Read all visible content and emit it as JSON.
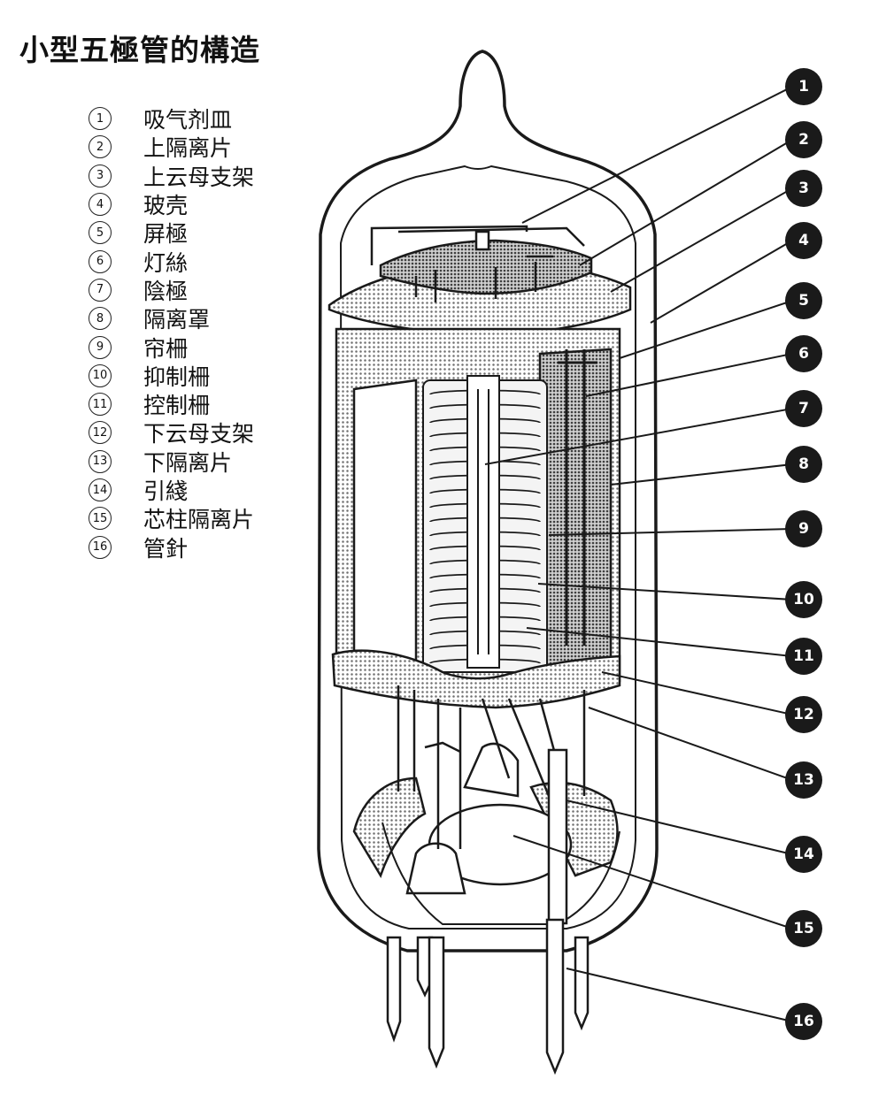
{
  "title": "小型五極管的構造",
  "legend": [
    {
      "num": "1",
      "label": "吸气剂皿"
    },
    {
      "num": "2",
      "label": "上隔离片"
    },
    {
      "num": "3",
      "label": "上云母支架"
    },
    {
      "num": "4",
      "label": "玻壳"
    },
    {
      "num": "5",
      "label": "屏極"
    },
    {
      "num": "6",
      "label": "灯絲"
    },
    {
      "num": "7",
      "label": "陰極"
    },
    {
      "num": "8",
      "label": "隔离罩"
    },
    {
      "num": "9",
      "label": "帘柵"
    },
    {
      "num": "10",
      "label": "抑制柵"
    },
    {
      "num": "11",
      "label": "控制柵"
    },
    {
      "num": "12",
      "label": "下云母支架"
    },
    {
      "num": "13",
      "label": "下隔离片"
    },
    {
      "num": "14",
      "label": "引綫"
    },
    {
      "num": "15",
      "label": "芯柱隔离片"
    },
    {
      "num": "16",
      "label": "管針"
    }
  ],
  "callouts": [
    "1",
    "2",
    "3",
    "4",
    "5",
    "6",
    "7",
    "8",
    "9",
    "10",
    "11",
    "12",
    "13",
    "14",
    "15",
    "16"
  ],
  "colors": {
    "ink": "#1a1a1a",
    "shade": "#9a9a9a",
    "paper": "#ffffff"
  }
}
